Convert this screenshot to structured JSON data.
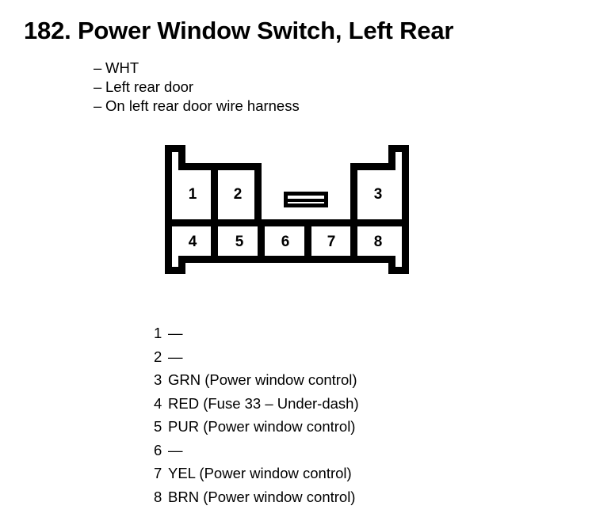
{
  "header": {
    "title": "182. Power Window Switch, Left Rear",
    "subtitles": [
      {
        "dash": "–",
        "text": "WHT"
      },
      {
        "dash": "–",
        "text": "Left rear door"
      },
      {
        "dash": "–",
        "text": "On left rear door wire harness"
      }
    ]
  },
  "connector": {
    "top_row_cells": [
      "1",
      "2",
      "3"
    ],
    "bottom_row_cells": [
      "4",
      "5",
      "6",
      "7",
      "8"
    ],
    "cells": {
      "c1": "1",
      "c2": "2",
      "c3": "3",
      "c4": "4",
      "c5": "5",
      "c6": "6",
      "c7": "7",
      "c8": "8"
    },
    "locking_tab_name": "locking-tab",
    "line_color": "#000000",
    "fill_color": "#ffffff"
  },
  "pin_list": [
    {
      "index": "1",
      "desc": "—"
    },
    {
      "index": "2",
      "desc": "—"
    },
    {
      "index": "3",
      "desc": "GRN (Power window control)"
    },
    {
      "index": "4",
      "desc": "RED (Fuse 33 – Under-dash)"
    },
    {
      "index": "5",
      "desc": "PUR (Power window control)"
    },
    {
      "index": "6",
      "desc": "—"
    },
    {
      "index": "7",
      "desc": "YEL (Power window control)"
    },
    {
      "index": "8",
      "desc": "BRN (Power window control)"
    }
  ]
}
